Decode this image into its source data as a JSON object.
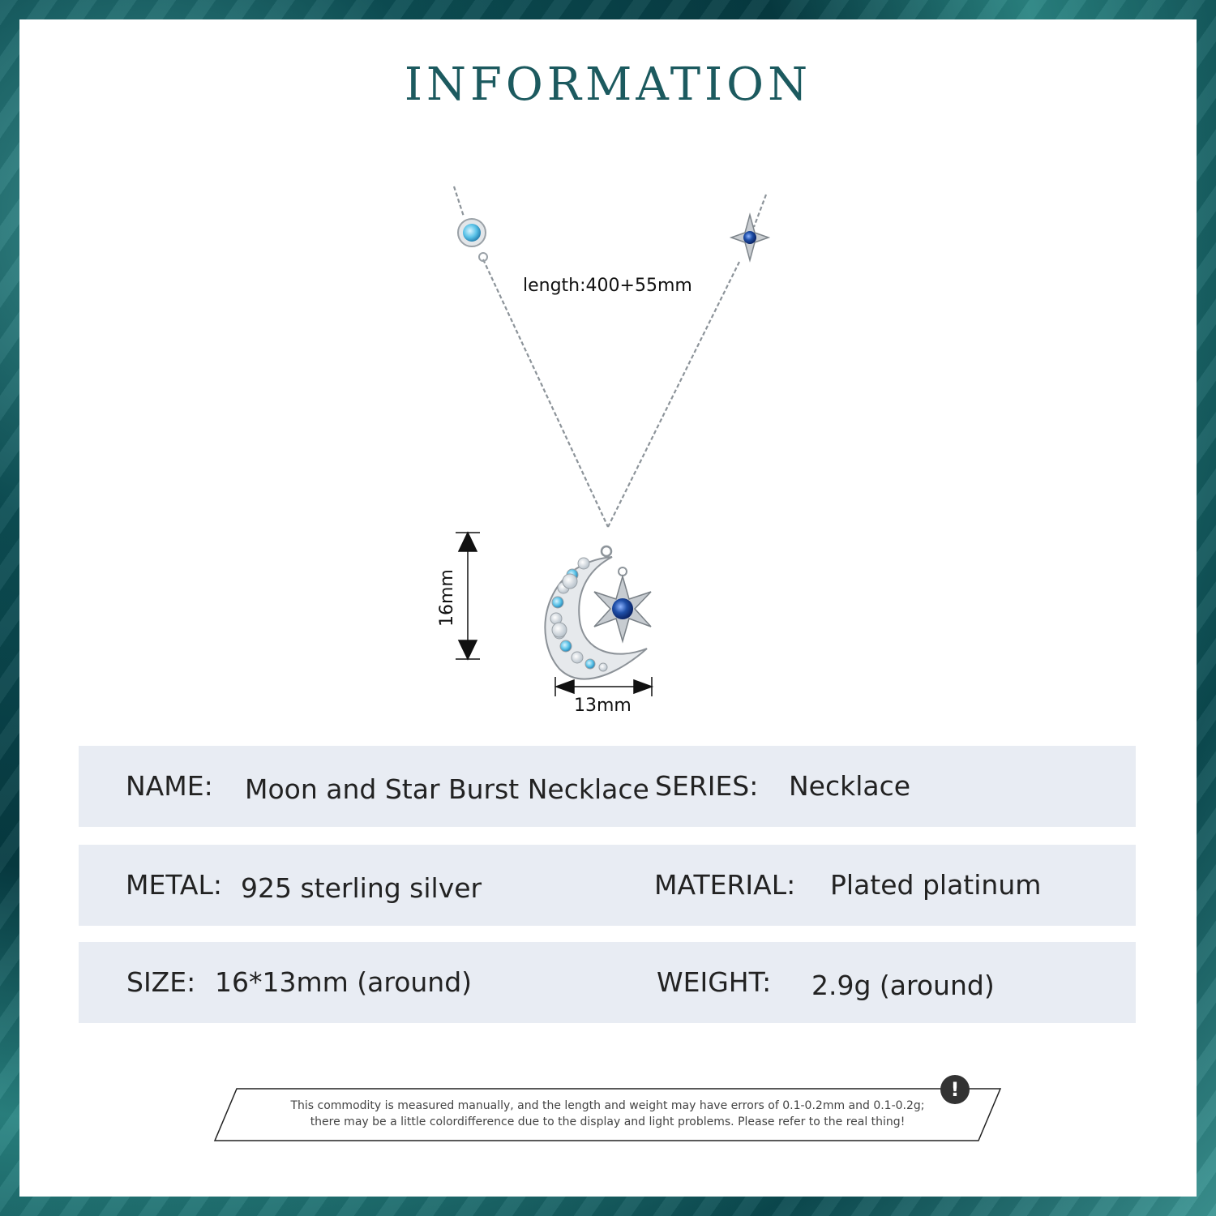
{
  "header": {
    "title": "INFORMATION"
  },
  "product_image": {
    "length_label": "length:400+55mm",
    "height_label": "16mm",
    "width_label": "13mm"
  },
  "specs": {
    "row1": {
      "name_label": "NAME:",
      "name_value": "Moon and Star Burst Necklace",
      "series_label": "SERIES:",
      "series_value": "Necklace"
    },
    "row2": {
      "metal_label": "METAL:",
      "metal_value": "925 sterling silver",
      "material_label": "MATERIAL:",
      "material_value": "Plated platinum"
    },
    "row3": {
      "size_label": "SIZE:",
      "size_value": "16*13mm (around)",
      "weight_label": "WEIGHT:",
      "weight_value": "2.9g (around)"
    }
  },
  "notice": {
    "line1": "This commodity is measured manually, and the length and weight may have errors of 0.1-0.2mm and 0.1-0.2g;",
    "line2": "there may be a little colordifference due to the display and light problems. Please refer to the real thing!",
    "icon": "exclamation-icon",
    "icon_glyph": "!"
  },
  "colors": {
    "accent": "#1c5a5f",
    "row_bg": "#e8ecf3",
    "stone_light": "#5bc3e8",
    "stone_dark": "#1f4fa8"
  }
}
